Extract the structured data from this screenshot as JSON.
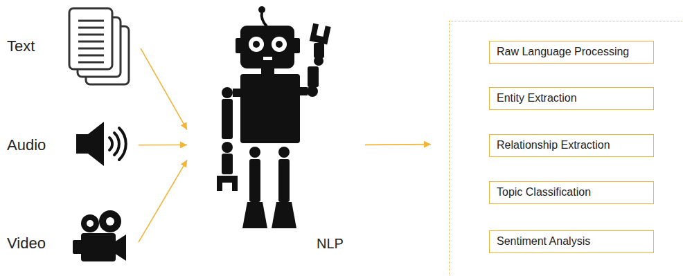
{
  "diagram": {
    "nodes": [
      {
        "text": [
          "Text"
        ]
      },
      {
        "text": [
          "Audio"
        ]
      },
      {
        "text": [
          "Video"
        ]
      },
      {
        "text": [
          "NLP"
        ]
      },
      {
        "text": []
      },
      {
        "text": [
          "Raw Language Processing"
        ],
        "in": 4
      },
      {
        "text": [
          "Entity Extraction"
        ],
        "in": 4
      },
      {
        "text": [
          "Relationship Extraction"
        ],
        "in": 4
      },
      {
        "text": [
          "Topic Classification"
        ],
        "in": 4
      },
      {
        "text": [
          "Sentiment Analysis"
        ],
        "in": 4
      }
    ],
    "edges": [
      {
        "from": 0,
        "to": 3,
        "arrow": "to"
      },
      {
        "from": 1,
        "to": 3,
        "arrow": "to"
      },
      {
        "from": 2,
        "to": 3,
        "arrow": "to"
      },
      {
        "from": 3,
        "to": 4,
        "arrow": "to"
      }
    ]
  }
}
